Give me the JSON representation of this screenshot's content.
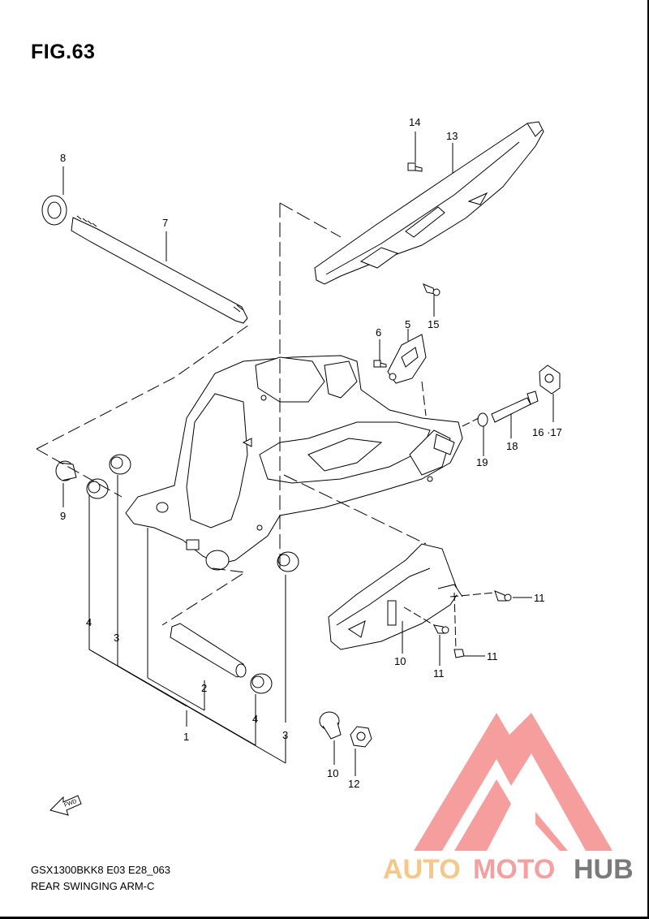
{
  "figure": {
    "title": "FIG.63"
  },
  "footer": {
    "code": "GSX1300BKK8 E03 E28_063",
    "name": "REAR SWINGING ARM-C"
  },
  "fwd_marker": {
    "label": "FWD"
  },
  "watermark": {
    "brand_part_a": "AUTO",
    "brand_part_b": "MOTO",
    "brand_part_c": "HUB",
    "colors": {
      "auto": "#f7c78a",
      "moto": "#f4a0a0",
      "hub": "#7a7a7a",
      "logo": "#f58c8c"
    }
  },
  "callouts": [
    {
      "id": "c14",
      "text": "14"
    },
    {
      "id": "c13",
      "text": "13"
    },
    {
      "id": "c8",
      "text": "8"
    },
    {
      "id": "c7",
      "text": "7"
    },
    {
      "id": "c15",
      "text": "15"
    },
    {
      "id": "c6",
      "text": "6"
    },
    {
      "id": "c5",
      "text": "5"
    },
    {
      "id": "c1617",
      "text": "16 ·17"
    },
    {
      "id": "c18",
      "text": "18"
    },
    {
      "id": "c19",
      "text": "19"
    },
    {
      "id": "c9",
      "text": "9"
    },
    {
      "id": "c11a",
      "text": "11"
    },
    {
      "id": "c4a",
      "text": "4"
    },
    {
      "id": "c3a",
      "text": "3"
    },
    {
      "id": "c10a",
      "text": "10"
    },
    {
      "id": "c11b",
      "text": "11"
    },
    {
      "id": "c11c",
      "text": "11"
    },
    {
      "id": "c2",
      "text": "2"
    },
    {
      "id": "c4b",
      "text": "4"
    },
    {
      "id": "c1",
      "text": "1"
    },
    {
      "id": "c3b",
      "text": "3"
    },
    {
      "id": "c10b",
      "text": "10"
    },
    {
      "id": "c12",
      "text": "12"
    }
  ]
}
